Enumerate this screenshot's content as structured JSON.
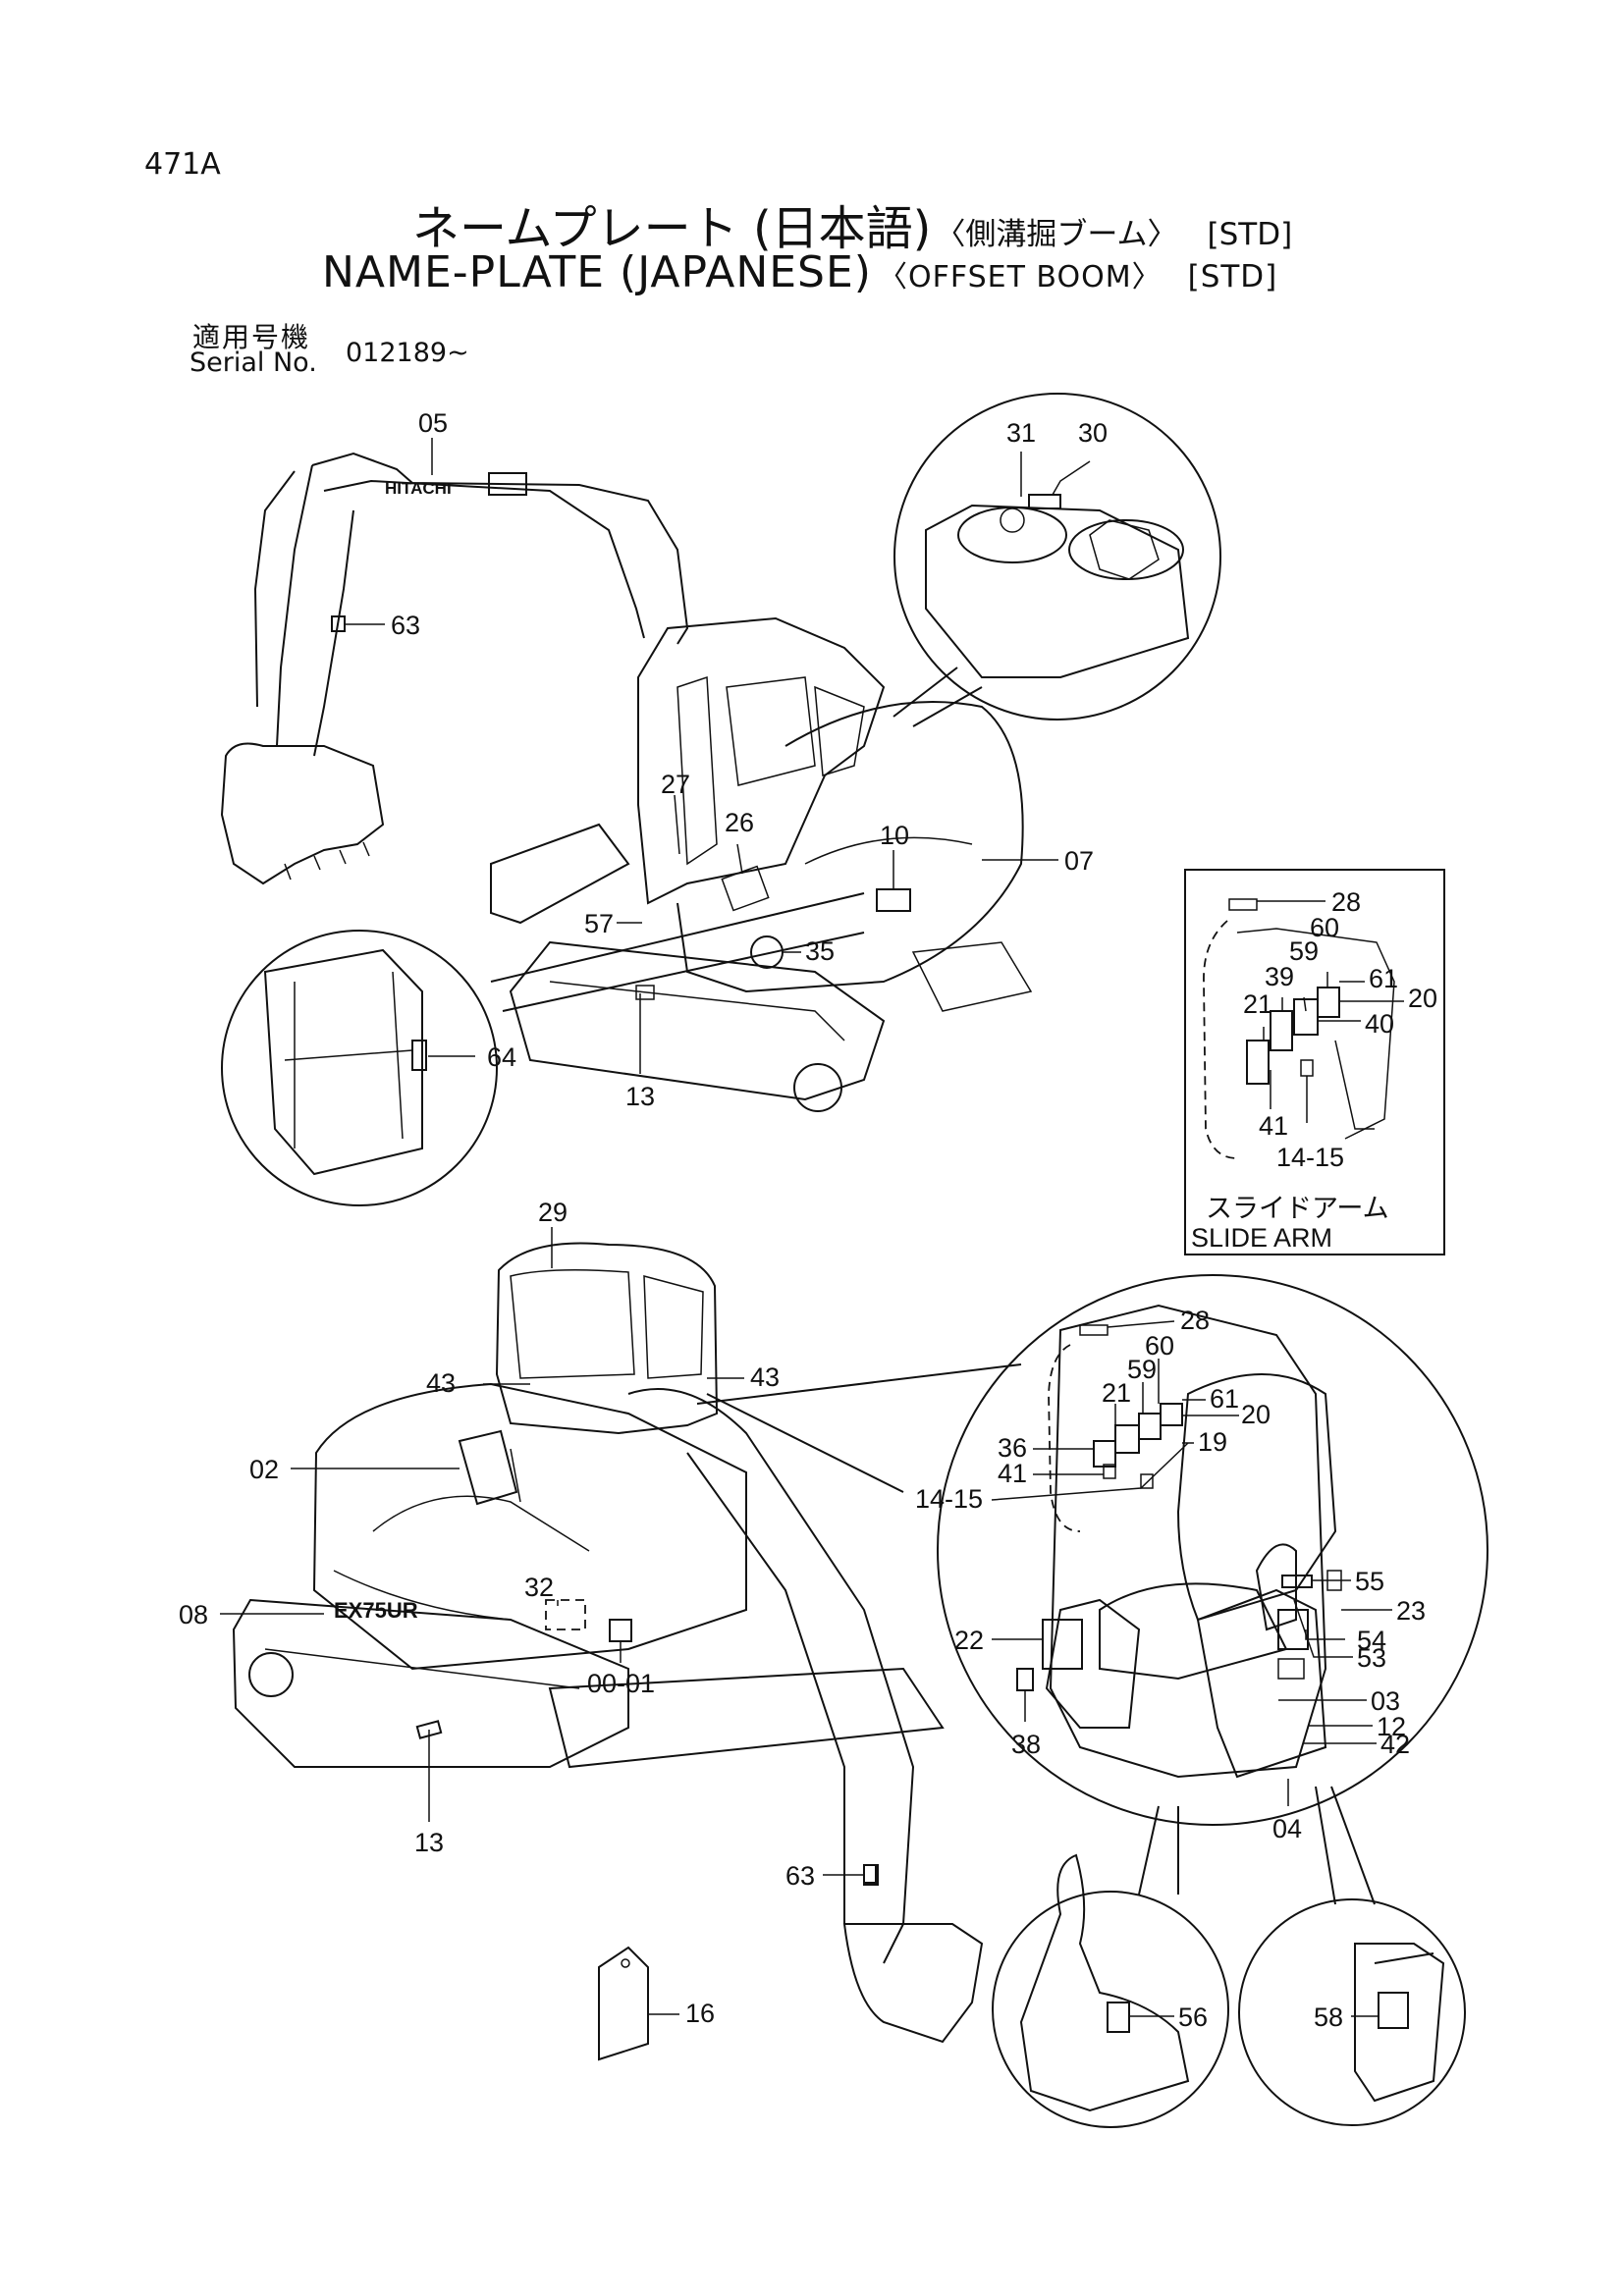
{
  "page_number": "471A",
  "title_jp": {
    "main": "ネームプレート (日本語)",
    "sub": "〈側溝掘ブーム〉",
    "std": "[STD]"
  },
  "title_en": {
    "main": "NAME-PLATE (JAPANESE)",
    "sub": "〈OFFSET BOOM〉",
    "std": "[STD]"
  },
  "serial": {
    "label_jp": "適用号機",
    "label_en": "Serial No.",
    "value": "012189~"
  },
  "decal_text": {
    "hitachi_logo": "HITACHI",
    "model_text": "EX75UR"
  },
  "slide_arm": {
    "label_jp": "スライドアーム",
    "label_en": "SLIDE ARM"
  },
  "callouts": {
    "c05": "05",
    "c63a": "63",
    "c31": "31",
    "c30": "30",
    "c27": "27",
    "c26": "26",
    "c10": "10",
    "c07": "07",
    "c57": "57",
    "c35": "35",
    "c64": "64",
    "c13a": "13",
    "s28": "28",
    "s60": "60",
    "s59": "59",
    "s39": "39",
    "s61": "61",
    "s20": "20",
    "s21": "21",
    "s40": "40",
    "s41": "41",
    "s1415": "14-15",
    "c29": "29",
    "c43a": "43",
    "c43b": "43",
    "c02": "02",
    "c08": "08",
    "c32": "32",
    "c0001": "00-01",
    "c13b": "13",
    "c63b": "63",
    "c16": "16",
    "d28": "28",
    "d60": "60",
    "d59": "59",
    "d21": "21",
    "d61": "61",
    "d20": "20",
    "d36": "36",
    "d19": "19",
    "d41": "41",
    "d1415": "14-15",
    "d55": "55",
    "d23": "23",
    "d22": "22",
    "d54": "54",
    "d53": "53",
    "d03": "03",
    "d12": "12",
    "d42": "42",
    "d38": "38",
    "d04": "04",
    "c56": "56",
    "c58": "58"
  }
}
